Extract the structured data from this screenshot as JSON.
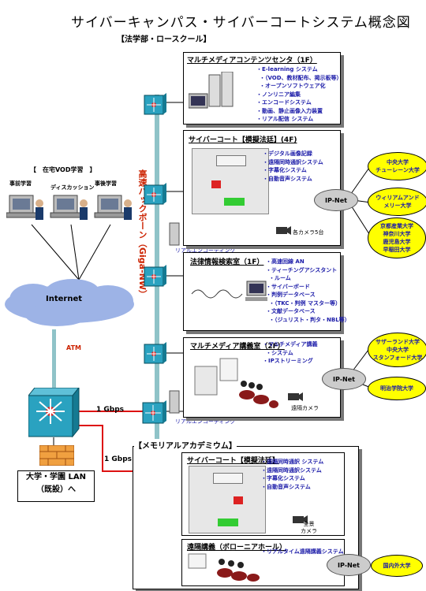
{
  "title": "サイバーキャンパス・サイバーコートシステム概念図",
  "law_school": "【法学部・ロースクール】",
  "home_vod": {
    "heading": "【　在宅VOD学習　】",
    "items": [
      "事前学習",
      "ディスカッション",
      "事後学習"
    ]
  },
  "internet": "Internet",
  "atm": "ATM",
  "university_lan": "大学・学園 LAN\n（既設）へ",
  "backbone": "高速バックボーン（Giga-NW）",
  "link_1gbps_a": "1 Gbps",
  "link_1gbps_b": "1 Gbps",
  "realtime_encoding_1": "リアルエンコーディング",
  "realtime_encoding_2": "リアルエンコーディング",
  "multimedia_center": {
    "title": "マルチメディアコンテンツセンタ（1F）",
    "items": [
      "E-learning システム",
      "（VOD、教材配布、掲示板等）",
      "オープンソフトウェア化",
      "ノンリニア編集",
      "エンコードシステム",
      "動画、静止画像入力装置",
      "リアル配信 システム"
    ]
  },
  "cyber_court_4f": {
    "title": "サイバーコート【模擬法廷】(4F)",
    "items": [
      "デジタル画像記録",
      "遠隔同時通訳システム",
      "字幕化システム",
      "自動音声システム"
    ],
    "cameras": "各カメラ5台"
  },
  "ip_net_1": "IP-Net",
  "ip_net_2": "IP-Net",
  "ip_net_3": "IP-Net",
  "partners_1": [
    "中央大学",
    "チューレーン大学"
  ],
  "partners_2": [
    "ウィリアムアンド",
    "メリー大学"
  ],
  "partners_3": [
    "京都産業大学",
    "神奈川大学",
    "鹿児島大学",
    "早稲田大学"
  ],
  "partners_4": [
    "サザーランド大学",
    "中央大学",
    "スタンフォード大学"
  ],
  "partners_5": [
    "明治学院大学"
  ],
  "partners_6": [
    "国内外大学"
  ],
  "legal_info": {
    "title": "法律情報検索室（1F）",
    "items": [
      "高速回線 AN",
      "ティーチングアシスタント",
      "ルーム",
      "サイバーボード",
      "判例データベース",
      "（TKC・判例 マスター等）",
      "文献データベース",
      "（ジュリスト・判タ・NBL等）"
    ]
  },
  "mm_classroom": {
    "title": "マルチメディア講義室（2F）",
    "items": [
      "マルチメディア講義",
      "システム",
      "IPストリーミング"
    ],
    "camera_label": "遠隔カメラ"
  },
  "memorial_academy": "【メモリアルアカデミウム】",
  "cyber_court_mock": {
    "title": "サイバーコート【模擬法廷】",
    "items": [
      "遠隔同時通訳 システム",
      "遠隔同時通訳システム",
      "字幕化システム",
      "自動音声システム"
    ],
    "camera_label": "全景\nカメラ"
  },
  "remote_lecture": {
    "title": "遠隔講義（ボローニアホール）",
    "items": [
      "リアルタイム遠隔講義システム"
    ]
  },
  "colors": {
    "panel_text": "#1a1aa8",
    "ellipse": "#ffff00",
    "backbone_text": "#cc2200",
    "switch": "#2aa2c0",
    "cloud": "#9db3e6",
    "link_red": "#dd1111"
  }
}
